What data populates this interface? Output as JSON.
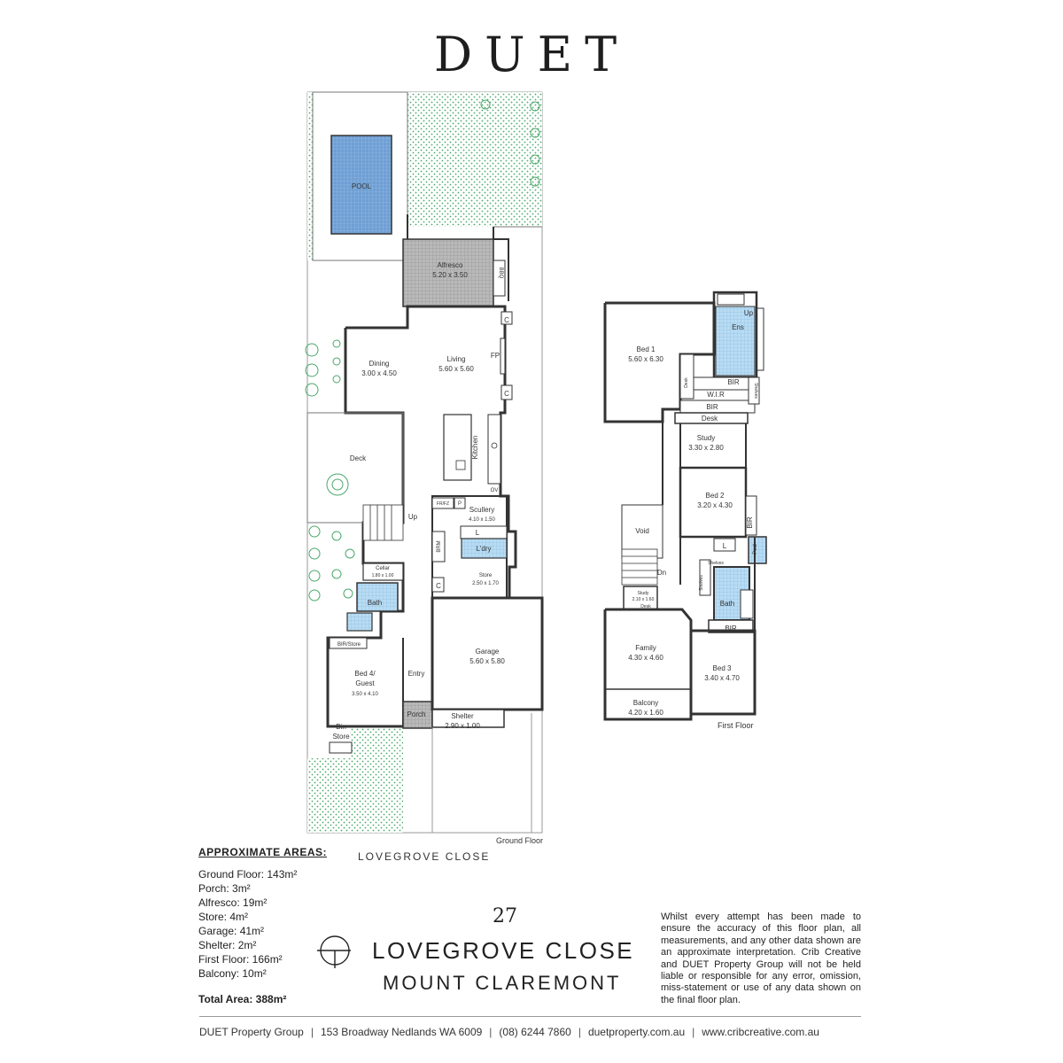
{
  "brand": "DUET",
  "plan": {
    "ground_floor_label": "Ground Floor",
    "first_floor_label": "First Floor",
    "road_label": "LOVEGROVE CLOSE",
    "rooms": {
      "pool": "POOL",
      "alfresco": "Alfresco",
      "alfresco_size": "5.20 x 3.50",
      "bbq": "BBQ",
      "dining": "Dining",
      "dining_size": "3.00 x 4.50",
      "living": "Living",
      "living_size": "5.60 x 5.60",
      "fp": "FP",
      "c": "C",
      "deck": "Deck",
      "kitchen": "Kitchen",
      "ov": "OV",
      "fr_fz": "FR/FZ",
      "p": "P",
      "scullery": "Scullery",
      "scullery_size": "4.10 x 1.50",
      "l": "L",
      "brm": "BRM",
      "ldry": "L'dry",
      "store": "Store",
      "store_size": "2.50 x 1.70",
      "up": "Up",
      "cellar": "Cellar",
      "cellar_size": "1.80 x 1.00",
      "bath": "Bath",
      "bir_store": "BIR/Store",
      "bed4": "Bed 4/",
      "bed4_b": "Guest",
      "bed4_size": "3.50 x 4.10",
      "entry": "Entry",
      "garage": "Garage",
      "garage_size": "5.60 x 5.80",
      "porch": "Porch",
      "shelter": "Shelter",
      "shelter_size": "2.90 x 1.00",
      "bin": "Bin",
      "bin_b": "Store",
      "bed1": "Bed 1",
      "bed1_size": "5.60 x 6.30",
      "ens": "Ens",
      "bir": "BIR",
      "wir": "W.I.R",
      "desk": "Desk",
      "shelves": "Shelves",
      "study": "Study",
      "study_size": "3.30 x 2.80",
      "bed2": "Bed 2",
      "bed2_size": "3.20 x 4.30",
      "void": "Void",
      "dn": "Dn",
      "pwd": "Pwd",
      "study_small": "Study",
      "study_small_size": "2.10 x 1.60",
      "family": "Family",
      "family_size": "4.30 x 4.60",
      "bed3": "Bed 3",
      "bed3_size": "3.40 x 4.70",
      "balcony": "Balcony",
      "balcony_size": "4.20 x 1.60"
    }
  },
  "areas": {
    "heading": "APPROXIMATE AREAS:",
    "rows": [
      "Ground Floor: 143m²",
      "Porch: 3m²",
      "Alfresco: 19m²",
      "Store: 4m²",
      "Garage: 41m²",
      "Shelter: 2m²",
      "First Floor: 166m²",
      "Balcony: 10m²"
    ],
    "total": "Total Area: 388m²"
  },
  "address": {
    "number": "27",
    "street": "LOVEGROVE CLOSE",
    "suburb": "MOUNT CLAREMONT"
  },
  "disclaimer": "Whilst every attempt has been made to ensure the accuracy of this floor plan, all measurements, and any other data shown are an approximate interpretation. Crib Creative and DUET Property Group will not be held liable or responsible for any error, omission, miss-statement or use of any data shown on the final floor plan.",
  "footer": {
    "company": "DUET Property Group",
    "address": "153 Broadway Nedlands WA 6009",
    "phone": "(08) 6244 7860",
    "website": "duetproperty.com.au",
    "credit": "www.cribcreative.com.au"
  },
  "colors": {
    "lawn": "#4aa86b",
    "pool": "#5b8fc9",
    "wet_area": "#8fc3e8",
    "paving": "#9a9a9a",
    "wall": "#3a3a3a"
  }
}
